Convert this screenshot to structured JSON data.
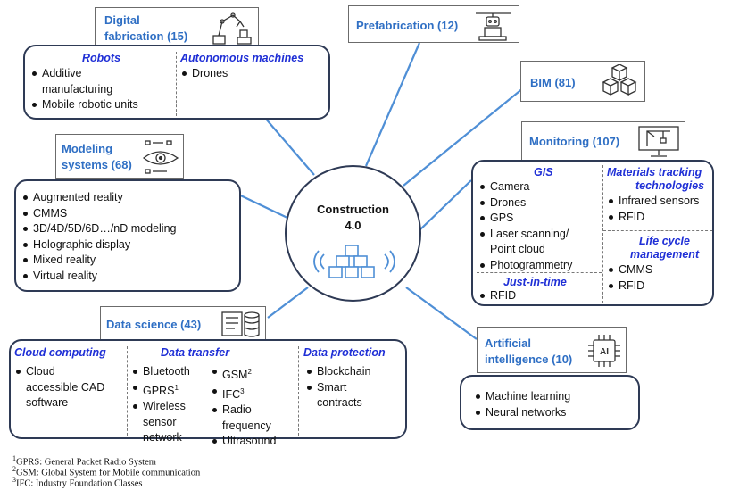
{
  "center": {
    "line1": "Construction",
    "line2": "4.0"
  },
  "digital_fabrication": {
    "title_line1": "Digital",
    "title_line2": "fabrication (15)",
    "robots_header": "Robots",
    "robots_items": [
      "Additive",
      "manufacturing",
      "Mobile robotic units"
    ],
    "autonomous_header": "Autonomous machines",
    "autonomous_items": [
      "Drones"
    ]
  },
  "prefabrication": {
    "title": "Prefabrication (12)"
  },
  "bim": {
    "title": "BIM (81)"
  },
  "monitoring": {
    "title": "Monitoring (107)",
    "gis_header": "GIS",
    "gis_items": [
      "Camera",
      "Drones",
      "GPS",
      "Laser scanning/",
      "Point cloud",
      "Photogrammetry"
    ],
    "materials_header_line1": "Materials tracking",
    "materials_header_line2": "technologies",
    "materials_items": [
      "Infrared sensors",
      "RFID"
    ],
    "lifecycle_header_line1": "Life cycle",
    "lifecycle_header_line2": "management",
    "lifecycle_items": [
      "CMMS",
      "RFID"
    ],
    "jit_header": "Just-in-time",
    "jit_items": [
      "RFID"
    ]
  },
  "modeling": {
    "title_line1": "Modeling",
    "title_line2": "systems (68)",
    "items": [
      "Augmented reality",
      "CMMS",
      "3D/4D/5D/6D…/nD modeling",
      "Holographic display",
      "Mixed reality",
      "Virtual reality"
    ]
  },
  "data_science": {
    "title": "Data science (43)",
    "cloud_header": "Cloud computing",
    "cloud_items": [
      "Cloud",
      "accessible CAD",
      "software"
    ],
    "transfer_header": "Data transfer",
    "transfer_col1": [
      "Bluetooth",
      "GPRS",
      "Wireless",
      "sensor",
      "network"
    ],
    "gprs_sup": "1",
    "transfer_col2": [
      "GSM",
      "IFC",
      "Radio",
      "frequency",
      "Ultrasound"
    ],
    "gsm_sup": "2",
    "ifc_sup": "3",
    "protection_header": "Data protection",
    "protection_items": [
      "Blockchain",
      "Smart",
      "contracts"
    ]
  },
  "ai": {
    "title_line1": "Artificial",
    "title_line2": "intelligence (10)",
    "icon_text": "AI",
    "items": [
      "Machine learning",
      "Neural networks"
    ]
  },
  "footnotes": {
    "f1_sup": "1",
    "f1": "GPRS: General Packet Radio System",
    "f2_sup": "2",
    "f2": "GSM: Global System for Mobile communication",
    "f3_sup": "3",
    "f3": "IFC: Industry Foundation Classes"
  },
  "colors": {
    "title_blue": "#2f6fc4",
    "header_blue": "#1f2fd6",
    "spoke": "#4f8fd6",
    "border": "#2e3a55"
  },
  "icons": [
    "robot-arm-icon",
    "prefab-robot-icon",
    "cubes-icon",
    "monitor-crane-icon",
    "eye-scan-icon",
    "database-icon",
    "ai-chip-icon",
    "signal-blocks-icon"
  ]
}
